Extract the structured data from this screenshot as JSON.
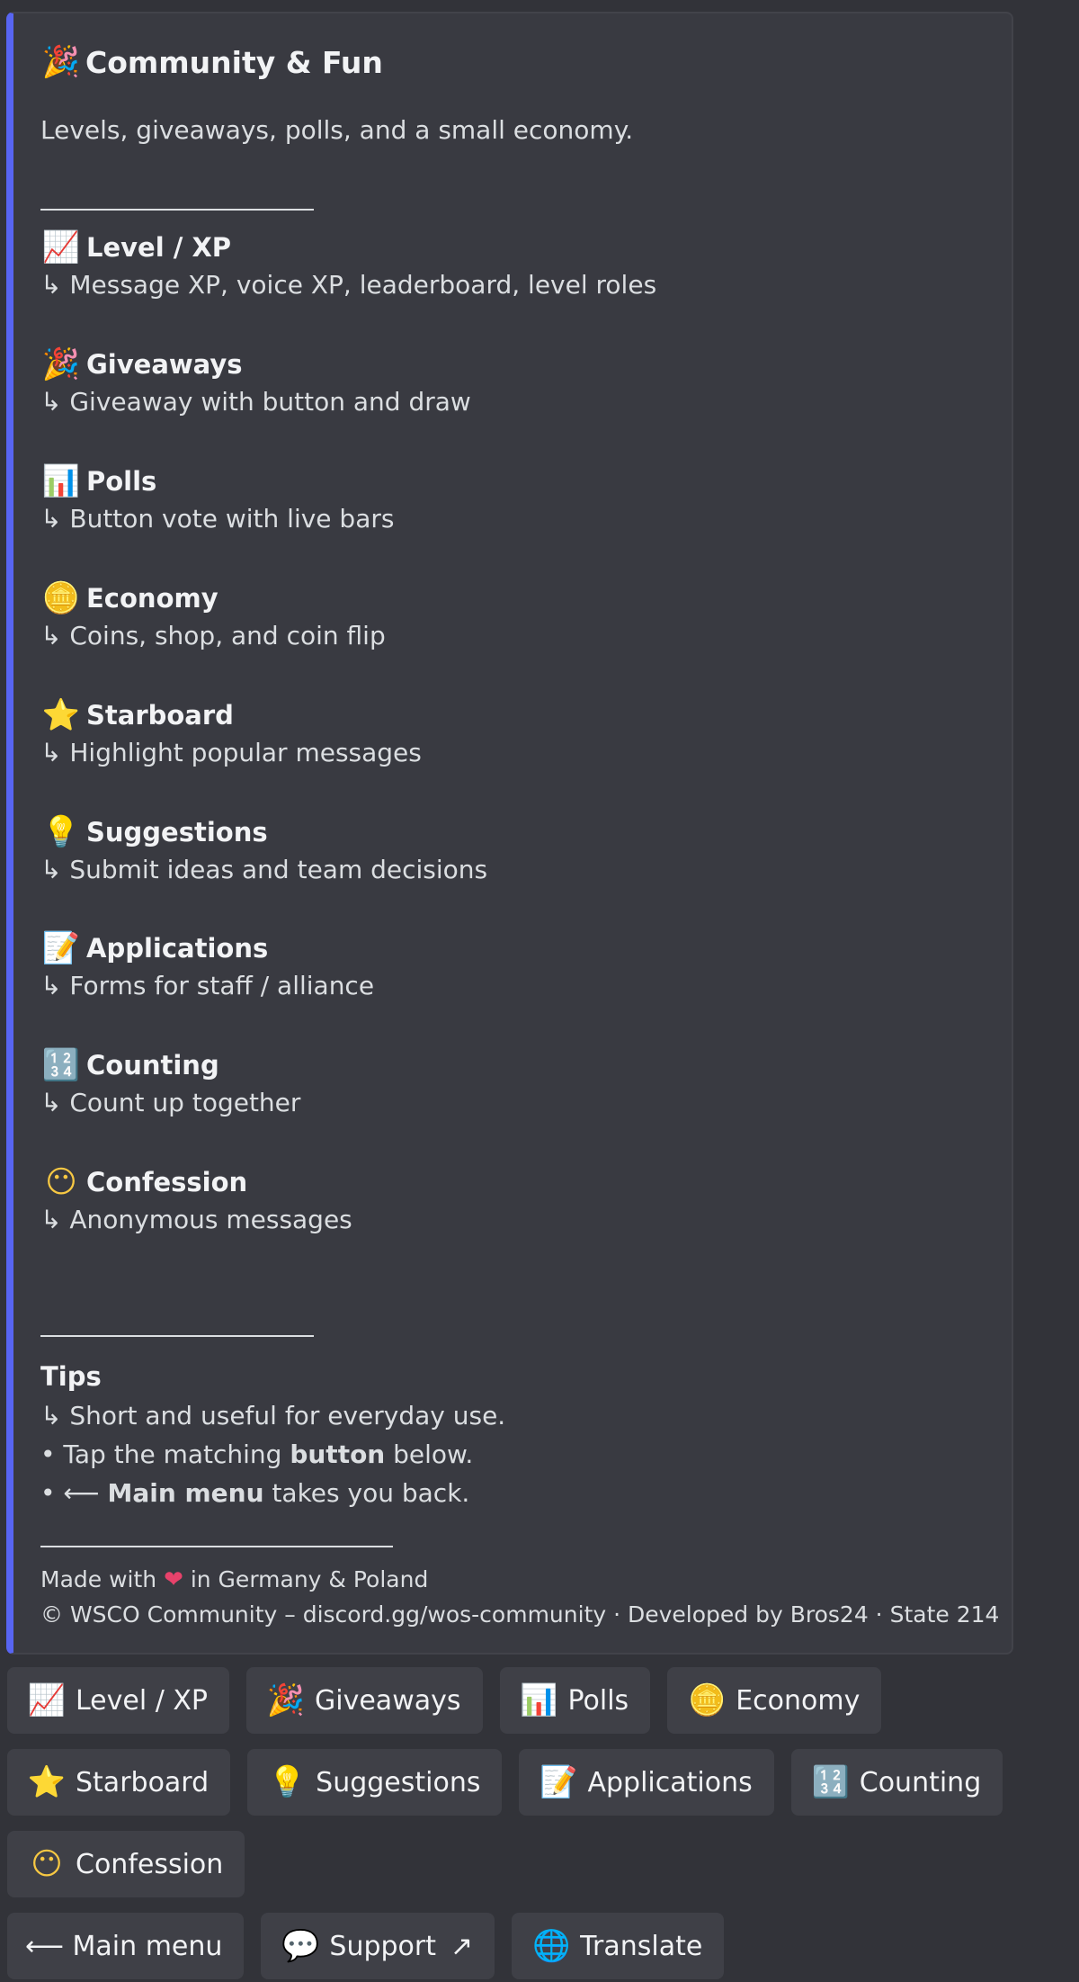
{
  "embed": {
    "accent": "#5865f2",
    "title_icon": "party-popper-icon",
    "title": "Community & Fun",
    "description": "Levels, giveaways, polls, and a small economy.",
    "features": [
      {
        "icon": "chart-increasing-icon",
        "glyph": "📈",
        "title": "Level / XP",
        "desc": "↳ Message XP, voice XP, leaderboard, level roles"
      },
      {
        "icon": "party-popper-icon",
        "glyph": "🎉",
        "title": "Giveaways",
        "desc": "↳ Giveaway with button and draw"
      },
      {
        "icon": "bar-chart-icon",
        "glyph": "📊",
        "title": "Polls",
        "desc": "↳ Button vote with live bars"
      },
      {
        "icon": "coin-icon",
        "glyph": "🪙",
        "title": "Economy",
        "desc": "↳ Coins, shop, and coin flip"
      },
      {
        "icon": "star-icon",
        "glyph": "⭐",
        "title": "Starboard",
        "desc": "↳ Highlight popular messages"
      },
      {
        "icon": "light-bulb-icon",
        "glyph": "💡",
        "title": "Suggestions",
        "desc": "↳ Submit ideas and team decisions"
      },
      {
        "icon": "memo-icon",
        "glyph": "📝",
        "title": "Applications",
        "desc": "↳ Forms for staff / alliance"
      },
      {
        "icon": "numbers-icon",
        "glyph": "🔢",
        "title": "Counting",
        "desc": "↳ Count up together"
      },
      {
        "icon": "no-mouth-face-icon",
        "glyph": "😶",
        "title": "Confession",
        "desc": "↳ Anonymous messages"
      }
    ],
    "tips": {
      "title": "Tips",
      "line1": "↳ Short and useful for everyday use.",
      "line2_pre": "• Tap the matching ",
      "line2_bold": "button",
      "line2_post": " below.",
      "line3_pre": "• ⟵ ",
      "line3_bold": "Main menu",
      "line3_post": " takes you back."
    },
    "footer": {
      "made_pre": "Made with ",
      "heart": "❤",
      "made_post": " in Germany & Poland",
      "copyright": "© WSCO Community – discord.gg/wos-community · Developed by Bros24 · State 214"
    }
  },
  "buttons": {
    "row1": [
      {
        "icon": "chart-increasing-icon",
        "glyph": "📈",
        "label": "Level / XP"
      },
      {
        "icon": "party-popper-icon",
        "glyph": "🎉",
        "label": "Giveaways"
      },
      {
        "icon": "bar-chart-icon",
        "glyph": "📊",
        "label": "Polls"
      },
      {
        "icon": "coin-icon",
        "glyph": "🪙",
        "label": "Economy"
      }
    ],
    "row2": [
      {
        "icon": "star-icon",
        "glyph": "⭐",
        "label": "Starboard"
      },
      {
        "icon": "light-bulb-icon",
        "glyph": "💡",
        "label": "Suggestions"
      },
      {
        "icon": "memo-icon",
        "glyph": "📝",
        "label": "Applications"
      },
      {
        "icon": "numbers-icon",
        "glyph": "🔢",
        "label": "Counting"
      }
    ],
    "row3": [
      {
        "icon": "no-mouth-face-icon",
        "glyph": "😶",
        "label": "Confession"
      }
    ],
    "row4": {
      "main_menu": "⟵ Main menu",
      "support_glyph": "💬",
      "support": "Support",
      "external_glyph": "↗",
      "translate_glyph": "🌐",
      "translate": "Translate"
    }
  }
}
